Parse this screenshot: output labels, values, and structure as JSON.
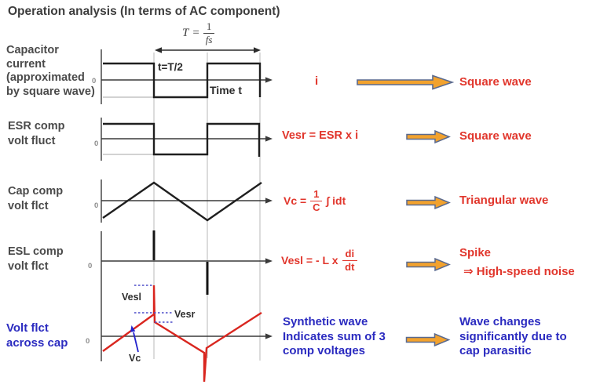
{
  "title": {
    "main": "Operation analysis",
    "sub": "(In terms of AC component)"
  },
  "period_formula": {
    "lhs": "T",
    "eq": "=",
    "numerator": "1",
    "denominator": "fs"
  },
  "plot_labels": {
    "zero": "0",
    "half_period": "t=T/2",
    "time_axis": "Time t",
    "vesl": "Vesl",
    "vesr": "Vesr",
    "vc": "Vc"
  },
  "rows": [
    {
      "label_lines": [
        "Capacitor",
        "current",
        "(approximated",
        "by square wave)"
      ],
      "formula": "i",
      "result": "Square wave"
    },
    {
      "label_lines": [
        "ESR comp",
        "volt fluct"
      ],
      "formula": "Vesr = ESR x i",
      "result": "Square wave"
    },
    {
      "label_lines": [
        "Cap comp",
        "volt flct"
      ],
      "formula_pre": "Vc =",
      "formula_num": "1",
      "formula_den": "C",
      "formula_post": "∫ idt",
      "result": "Triangular wave"
    },
    {
      "label_lines": [
        "ESL comp",
        "volt flct"
      ],
      "formula_pre": "Vesl = - L x",
      "formula_num": "di",
      "formula_den": "dt",
      "result_lines": [
        "Spike",
        "⇒ High-speed noise"
      ]
    },
    {
      "label_lines": [
        "Volt flct",
        "across cap"
      ],
      "formula_lines": [
        "Synthetic wave",
        "Indicates sum of 3",
        "comp voltages"
      ],
      "result_lines": [
        "Wave changes",
        "significantly due to",
        "cap parasitic"
      ]
    }
  ],
  "colors": {
    "red_text": "#e1362c",
    "blue_text": "#2b2bc0",
    "arrow_fill": "#f2a22e",
    "arrow_border": "#5a6a8f",
    "wave_black": "#1f1f1f",
    "synthetic_wave_red": "#d9261f",
    "label_gray": "#4a4a4a",
    "gridline_gray": "#c5c5c5"
  }
}
